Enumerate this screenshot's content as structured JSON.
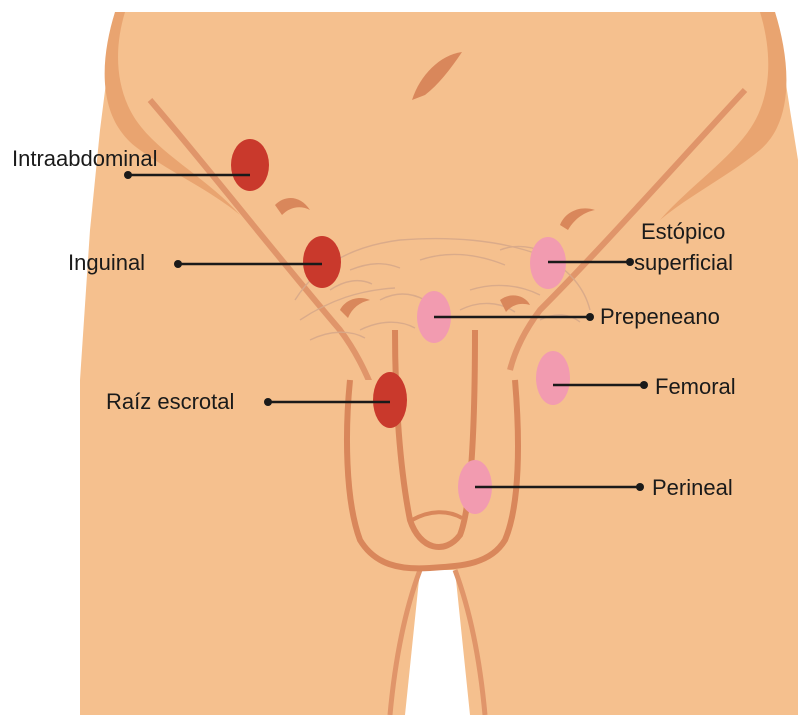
{
  "labels": {
    "intraabdominal": "Intraabdominal",
    "inguinal": "Inguinal",
    "raiz_escrotal": "Raíz escrotal",
    "estopico_line1": "Estópico",
    "estopico_line2": "superficial",
    "prepeneano": "Prepeneano",
    "femoral": "Femoral",
    "perineal": "Perineal"
  },
  "colors": {
    "skin": "#f5c08e",
    "skin_shadow": "#e9a470",
    "outline": "#d9875b",
    "hair": "#d8a98a",
    "marker_dark": "#c9392c",
    "marker_light": "#f29bb0",
    "text": "#1a1a1a"
  }
}
